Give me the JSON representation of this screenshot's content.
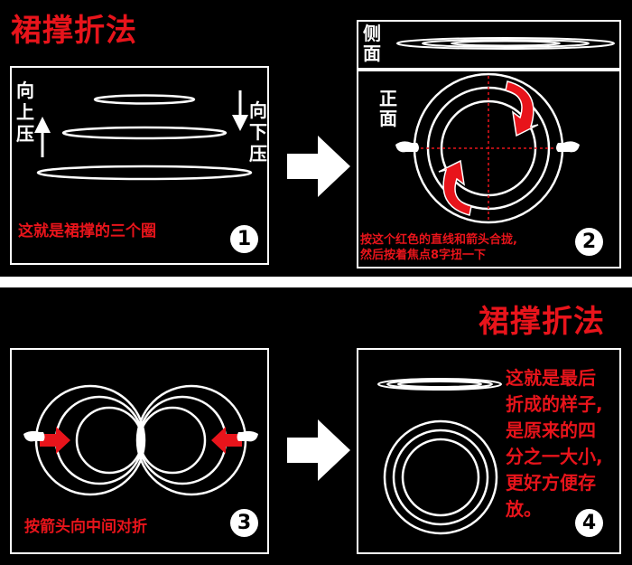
{
  "titles": {
    "top": "裙撑折法",
    "bottom": "裙撑折法"
  },
  "step1": {
    "label_up": [
      "向",
      "上",
      "压"
    ],
    "label_down": [
      "向",
      "下",
      "压"
    ],
    "caption": "这就是裙撑的三个圈",
    "number": "1"
  },
  "step2": {
    "label_side": [
      "侧",
      "面"
    ],
    "label_front": [
      "正",
      "面"
    ],
    "caption_line1": "按这个红色的直线和箭头合拢,",
    "caption_line2": "然后按着焦点8字扭一下",
    "number": "2"
  },
  "step3": {
    "caption": "按箭头向中间对折",
    "number": "3"
  },
  "step4": {
    "caption_lines": [
      "这就是最后",
      "折成的样子,",
      "是原来的四",
      "分之一大小,",
      "更好方便存",
      "放。"
    ],
    "number": "4"
  },
  "colors": {
    "accent_red": "#e8141b",
    "background": "#000000",
    "line": "#ffffff"
  }
}
